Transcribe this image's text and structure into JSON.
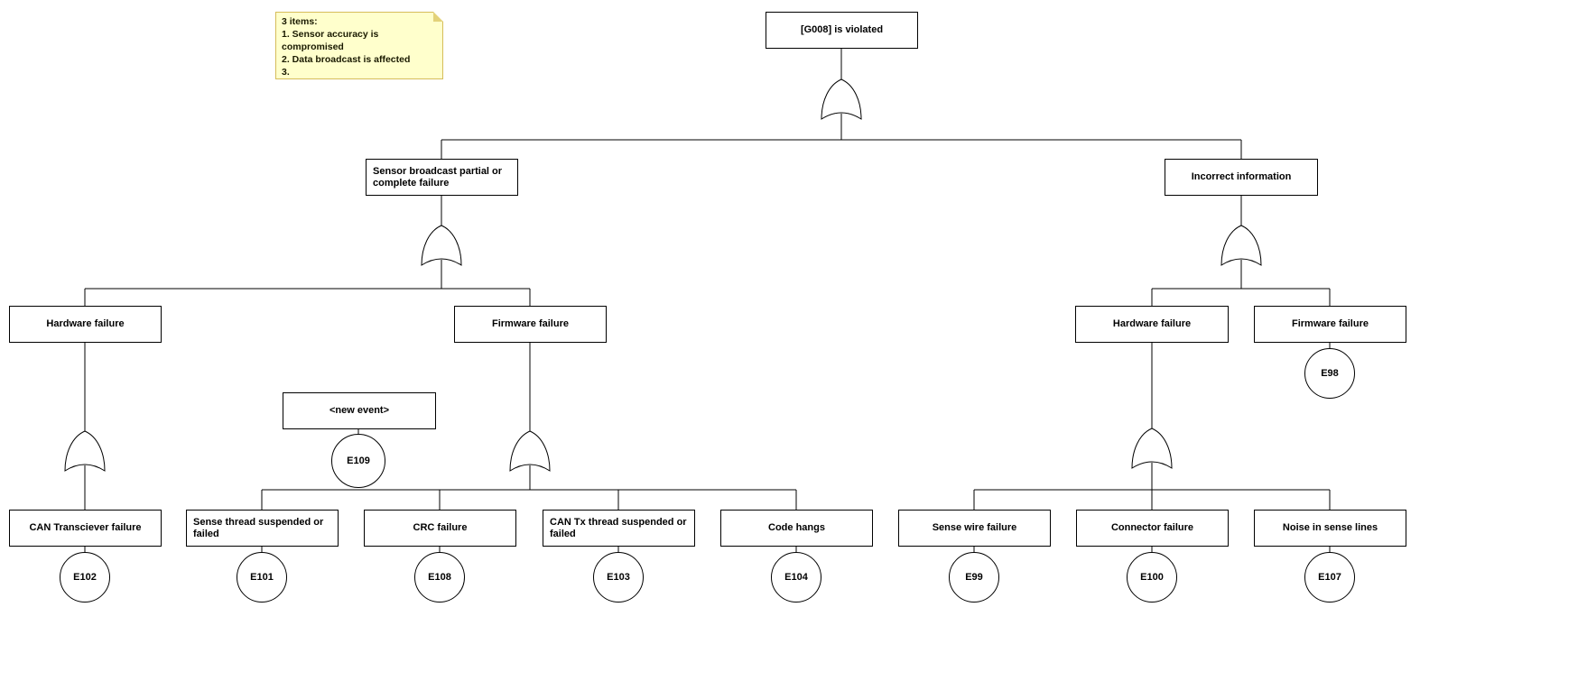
{
  "diagram": {
    "type": "fault-tree",
    "gate_type": "OR",
    "background": "#ffffff",
    "line_color": "#000000"
  },
  "note": {
    "bg": "#ffffcc",
    "border": "#d6bd5a",
    "lines": [
      "3 items:",
      "1. Sensor accuracy is compromised",
      "2. Data broadcast is affected",
      "3."
    ]
  },
  "nodes": {
    "g008": {
      "label": "[G008] is violated"
    },
    "sensor_broadcast": {
      "label": "Sensor broadcast partial or complete failure"
    },
    "incorrect_info": {
      "label": "Incorrect information"
    },
    "hw_left": {
      "label": "Hardware failure"
    },
    "fw_left": {
      "label": "Firmware failure"
    },
    "hw_right": {
      "label": "Hardware failure"
    },
    "fw_right": {
      "label": "Firmware failure"
    },
    "new_event": {
      "label": "<new event>"
    },
    "can_transceiver": {
      "label": "CAN Transciever failure"
    },
    "sense_thread": {
      "label": "Sense thread suspended or failed"
    },
    "crc": {
      "label": "CRC failure"
    },
    "can_tx": {
      "label": "CAN Tx thread suspended or failed"
    },
    "code_hangs": {
      "label": "Code hangs"
    },
    "sense_wire": {
      "label": "Sense wire failure"
    },
    "connector": {
      "label": "Connector failure"
    },
    "noise": {
      "label": "Noise in sense lines"
    }
  },
  "events": {
    "e102": {
      "label": "E102"
    },
    "e101": {
      "label": "E101"
    },
    "e108": {
      "label": "E108"
    },
    "e103": {
      "label": "E103"
    },
    "e104": {
      "label": "E104"
    },
    "e99": {
      "label": "E99"
    },
    "e100": {
      "label": "E100"
    },
    "e107": {
      "label": "E107"
    },
    "e109": {
      "label": "E109"
    },
    "e98": {
      "label": "E98"
    }
  }
}
